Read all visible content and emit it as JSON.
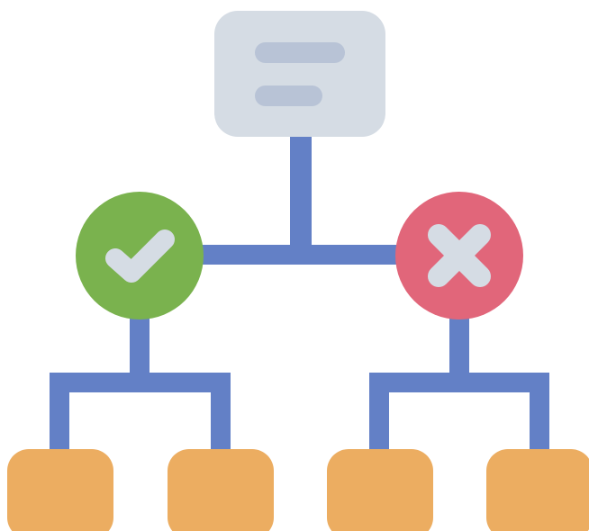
{
  "diagram": {
    "type": "decision-flowchart",
    "nodes": {
      "root": {
        "icon": "document-lines-icon"
      },
      "yes_branch": {
        "icon": "checkmark-icon"
      },
      "no_branch": {
        "icon": "x-mark-icon"
      },
      "leaves": [
        {
          "parent": "yes_branch"
        },
        {
          "parent": "yes_branch"
        },
        {
          "parent": "no_branch"
        },
        {
          "parent": "no_branch"
        }
      ]
    },
    "colors": {
      "background": "#FFFFFF",
      "connector": "#6380C6",
      "root_box": "#D5DCE4",
      "root_lines": "#B8C3D6",
      "approve_circle": "#7AB24E",
      "reject_circle": "#E1667A",
      "icon_mark": "#D5DCE4",
      "leaf_box": "#ECAD61"
    }
  }
}
